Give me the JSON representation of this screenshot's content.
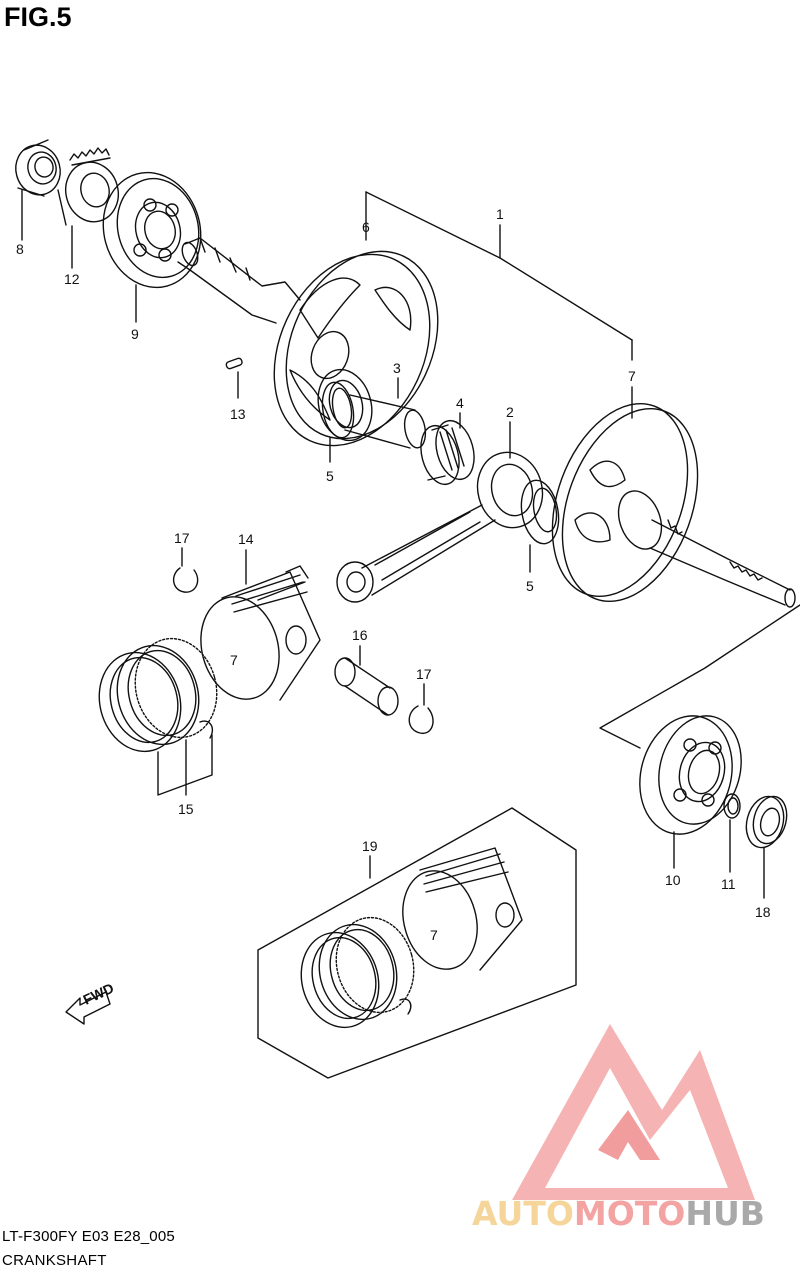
{
  "figure": {
    "title": "FIG.5",
    "model_code": "LT-F300FY E03 E28_005",
    "section_name": "CRANKSHAFT"
  },
  "callouts": [
    "1",
    "2",
    "3",
    "4",
    "5",
    "5",
    "6",
    "7",
    "8",
    "9",
    "10",
    "11",
    "12",
    "13",
    "14",
    "15",
    "16",
    "17",
    "17",
    "18",
    "19"
  ],
  "fwd_label": "FWD",
  "watermark": {
    "part1": "AUTO",
    "part2": "MOTO",
    "part3": "HUB",
    "colors": {
      "auto": "#f6d59a",
      "moto": "#f4a3a3",
      "hub": "#a9a9a9",
      "logo": "#f28b8b"
    }
  }
}
